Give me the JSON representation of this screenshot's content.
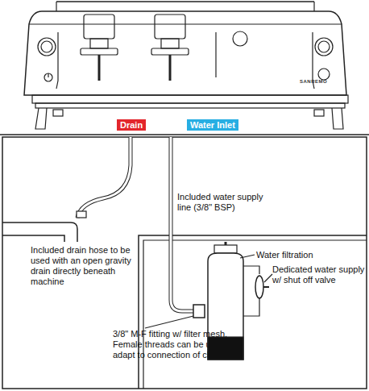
{
  "diagram": {
    "nodes": [
      {
        "text": [
          "Drain"
        ]
      },
      {
        "text": [
          "Water Inlet"
        ]
      }
    ],
    "labels": [
      "SANREMO",
      "Included water supply line (3/8\" BSP)",
      "Included drain hose to be used with an open gravity drain directly beneath machine",
      "Water filtration",
      "Dedicated water supply w/ shut off valve",
      "3/8\" M-F fitting w/ filter mesh. Female threads can be used to adapt to connection of choice"
    ]
  }
}
